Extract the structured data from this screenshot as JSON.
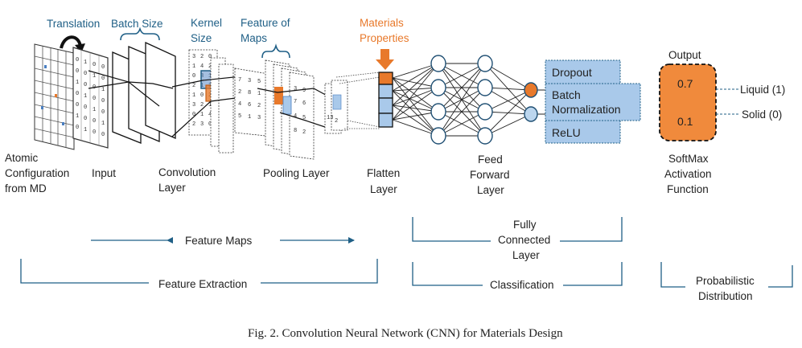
{
  "top_labels": {
    "translation": "Translation",
    "batch_size": "Batch Size",
    "kernel_size": [
      "Kernel",
      "Size"
    ],
    "feature_of_maps": [
      "Feature of",
      "Maps"
    ],
    "materials_properties": [
      "Materials",
      "Properties"
    ],
    "output": "Output"
  },
  "stage_labels": {
    "atomic": [
      "Atomic",
      "Configuration",
      "from MD"
    ],
    "input": "Input",
    "convolution": [
      "Convolution",
      "Layer"
    ],
    "pooling": "Pooling Layer",
    "flatten": [
      "Flatten",
      "Layer"
    ],
    "feed_forward": [
      "Feed",
      "Forward",
      "Layer"
    ],
    "softmax": [
      "SoftMax",
      "Activation",
      "Function"
    ]
  },
  "stack_boxes": {
    "dropout": "Dropout",
    "batch_norm": [
      "Batch",
      "Normalization"
    ],
    "relu": "ReLU"
  },
  "output_values": [
    "0.7",
    "0.1"
  ],
  "output_classes": [
    "Liquid (1)",
    "Solid (0)"
  ],
  "groups": {
    "feature_maps": "Feature Maps",
    "feature_extraction": "Feature Extraction",
    "fully_connected": [
      "Fully",
      "Connected",
      "Layer"
    ],
    "classification": "Classification",
    "probabilistic": [
      "Probabilistic",
      "Distribution"
    ]
  },
  "caption": "Fig. 2. Convolution  Neural Network (CNN) for Materials Design",
  "colors": {
    "blue_text": "#1f5f86",
    "orange": "#e8792b",
    "light_blue": "#a9c9ea",
    "node_blue": "#bcd6ee"
  }
}
